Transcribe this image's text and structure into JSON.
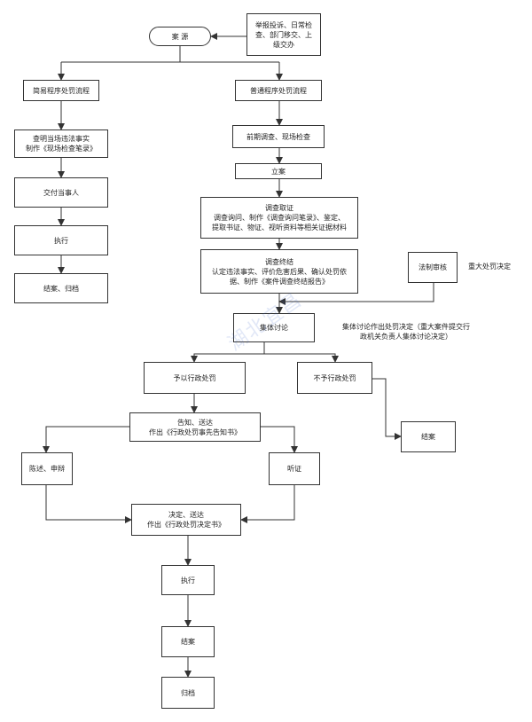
{
  "nodes": {
    "source": "案    源",
    "report": "举报投诉、日常检\n查、部门移交、上\n级交办",
    "simple": "简易程序处罚流程",
    "normal": "普通程序处罚流程",
    "simple_verify": "查明当场违法事实\n制作《现场检查笔录》",
    "pre_investigation": "前期调查、现场检查",
    "deliver_party": "交付当事人",
    "register": "立案",
    "investigation": "调查取证\n调查询问、制作《调查询问笔录》、鉴定、\n提取书证、物证、视听资料等相关证据材料",
    "simple_execute": "执行",
    "investigation_end": "调查终结\n认定违法事实、评价危害后果、确认处罚依\n据、制作《案件调查终结报告》",
    "legal_review": "法制审核",
    "simple_close": "结案、归档",
    "collective": "集体讨论",
    "give_penalty": "予以行政处罚",
    "no_penalty": "不予行政处罚",
    "notify": "告知、送达\n作出《行政处罚事先告知书》",
    "close_no_penalty": "结案",
    "statement": "陈述、申辩",
    "hearing": "听证",
    "decision": "决定、送达\n作出《行政处罚决定书》",
    "execute": "执行",
    "close": "结案",
    "archive": "归档"
  },
  "labels": {
    "major_decision": "重大处罚决定",
    "collective_note": "集体讨论作出处罚决定（重大案件提交行\n政机关负责人集体讨论决定）"
  },
  "watermark": "湖北宜昌"
}
